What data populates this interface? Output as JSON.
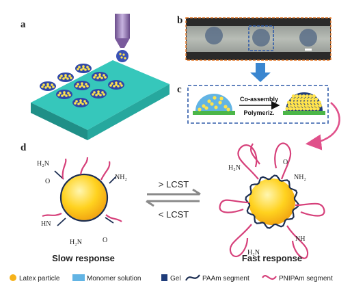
{
  "panels": {
    "a": "a",
    "b": "b",
    "c": "c",
    "d": "d"
  },
  "process": {
    "step1": "Co-assembly",
    "step2": "Polymeriz."
  },
  "transition": {
    "above": "> LCST",
    "below": "< LCST"
  },
  "states": {
    "slow": "Slow response",
    "fast": "Fast response"
  },
  "chem": {
    "h2n": "H₂N",
    "nh2": "NH₂",
    "nh": "NH",
    "hn": "HN",
    "o": "O"
  },
  "legend": {
    "latex": "Latex particle",
    "monomer": "Monomer solution",
    "gel": "Gel",
    "paam": "PAAm segment",
    "pnipam": "PNIPAm segment"
  },
  "colors": {
    "teal": "#2fbfb3",
    "latex": "#f6b21a",
    "dashed_box": "#2e5aa8",
    "gel": "#1f3c7a",
    "paam": "#1c2e52",
    "pnipam": "#d6407a",
    "arrow_blue": "#3a86d0",
    "orange_border": "#e87a2a"
  }
}
